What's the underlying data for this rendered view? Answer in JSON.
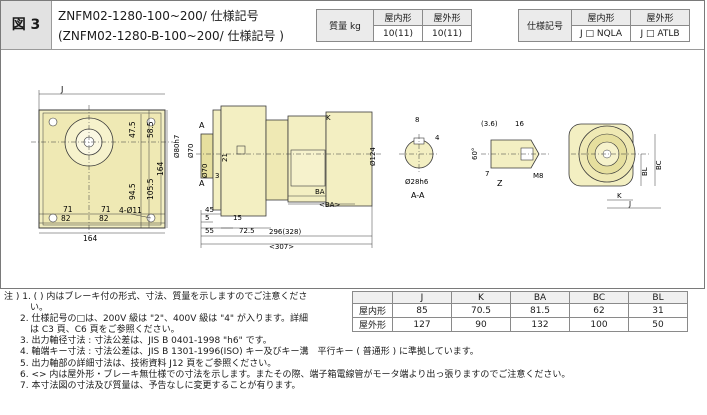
{
  "header": {
    "fig_label": "図 3",
    "title_line1": "ZNFM02-1280-100~200/ 仕様記号",
    "title_line2": "(ZNFM02-1280-B-100~200/ 仕様記号 )"
  },
  "mass_table": {
    "label": "質量 kg",
    "col1": "屋内形",
    "col2": "屋外形",
    "val1": "10(11)",
    "val2": "10(11)"
  },
  "spec_table": {
    "label": "仕様記号",
    "col1": "屋内形",
    "col2": "屋外形",
    "val1": "J □ NQLA",
    "val2": "J □ ATLB"
  },
  "drawing": {
    "front": {
      "dims": [
        "J",
        "47.5",
        "58.5",
        "164",
        "94.5",
        "105.5",
        "71",
        "82",
        "71",
        "82",
        "164",
        "4-Ø11"
      ]
    },
    "side": {
      "dims": [
        "A",
        "A",
        "Ø80h7",
        "Ø70",
        "Ø70",
        "3",
        "21",
        "Ø124",
        "BA",
        "<BA>",
        "45",
        "5",
        "55",
        "15",
        "72.5",
        "296(328)",
        "<307>",
        "K"
      ]
    },
    "section": {
      "dims": [
        "8",
        "4",
        "Ø28h6",
        "A-A"
      ]
    },
    "key": {
      "dims": [
        "(3.6)",
        "16",
        "60°",
        "7",
        "Z",
        "M8"
      ]
    },
    "end": {
      "dims": [
        "BL",
        "BC",
        "K",
        "J"
      ]
    }
  },
  "notes": [
    "注 ) 1. ( ) 内はブレーキ付の形式、寸法、質量を示しますのでご注意くださ",
    "い。",
    "2. 仕様記号の□は、200V 級は \"2\"、400V 級は \"4\" が入ります。詳細",
    "は C3 頁、C6 頁をご参照ください。",
    "3. 出力軸径寸法 : 寸法公差は、JIS B 0401-1998 \"h6\" です。",
    "4. 軸端キー寸法 : 寸法公差は、JIS B 1301-1996(ISO) キー及びキー溝　平行キー ( 普通形 ) に準拠しています。",
    "5. 出力軸部の詳細寸法は、技術資料 J12 頁をご参照ください。",
    "6. <> 内は屋外形・ブレーキ無仕様での寸法を示します。またその際、端子箱電線管がモータ端より出っ張りますのでご注意ください。",
    "7. 本寸法図の寸法及び質量は、予告なしに変更することが有ります。"
  ],
  "dims_table": {
    "headers": [
      "",
      "J",
      "K",
      "BA",
      "BC",
      "BL"
    ],
    "rows": [
      [
        "屋内形",
        "85",
        "70.5",
        "81.5",
        "62",
        "31"
      ],
      [
        "屋外形",
        "127",
        "90",
        "132",
        "100",
        "50"
      ]
    ]
  },
  "colors": {
    "housing": "#f3efc2",
    "housing_dark": "#e6df9e",
    "line": "#3a3a3a",
    "header_gray": "#e2e2e2"
  }
}
